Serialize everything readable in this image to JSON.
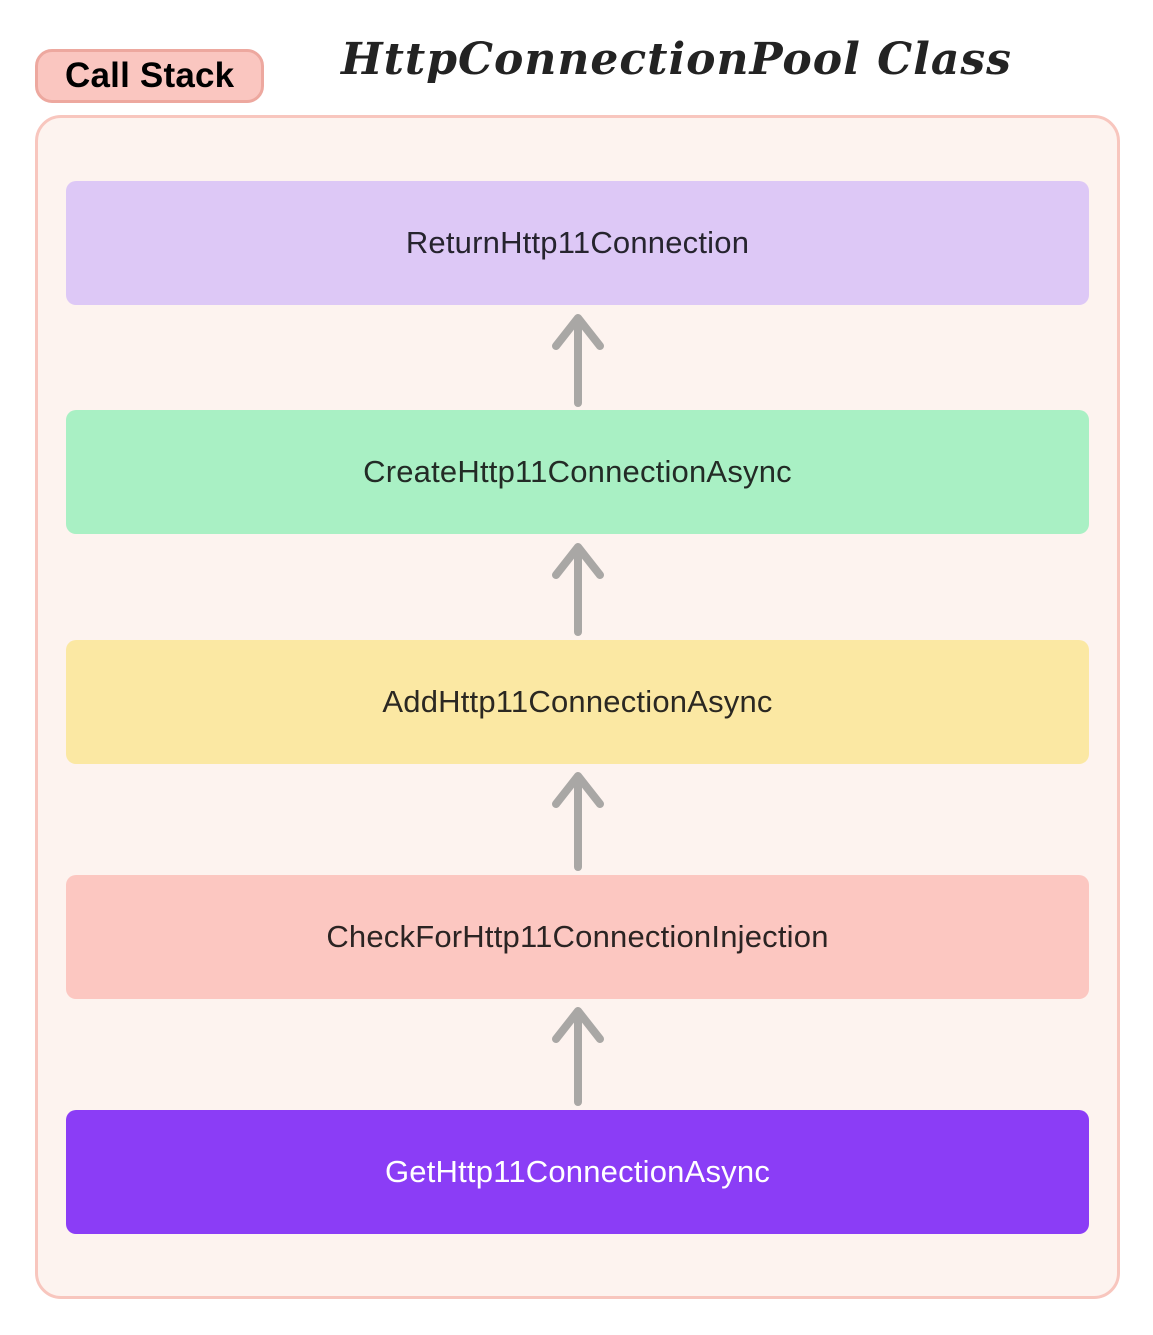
{
  "header": {
    "badge_label": "Call Stack",
    "title": "HttpConnectionPool Class"
  },
  "colors": {
    "page_bg": "#ffffff",
    "panel_bg": "#fdf3ef",
    "panel_border": "#f8c6be",
    "badge_bg": "#fac6c0",
    "badge_border": "#eda89f",
    "badge_text": "#000000",
    "title_ink": "#232323",
    "arrow": "#a9a7a5"
  },
  "stack": {
    "direction": "arrows-point-upward",
    "frames": [
      {
        "label": "ReturnHttp11Connection",
        "bg": "#ddc8f6",
        "text": "#26242e"
      },
      {
        "label": "CreateHttp11ConnectionAsync",
        "bg": "#a9f0c4",
        "text": "#232b26"
      },
      {
        "label": "AddHttp11ConnectionAsync",
        "bg": "#fbe8a3",
        "text": "#2b2822"
      },
      {
        "label": "CheckForHttp11ConnectionInjection",
        "bg": "#fcc7c1",
        "text": "#2b2423"
      },
      {
        "label": "GetHttp11ConnectionAsync",
        "bg": "#8b3df6",
        "text": "#ffffff"
      }
    ]
  }
}
